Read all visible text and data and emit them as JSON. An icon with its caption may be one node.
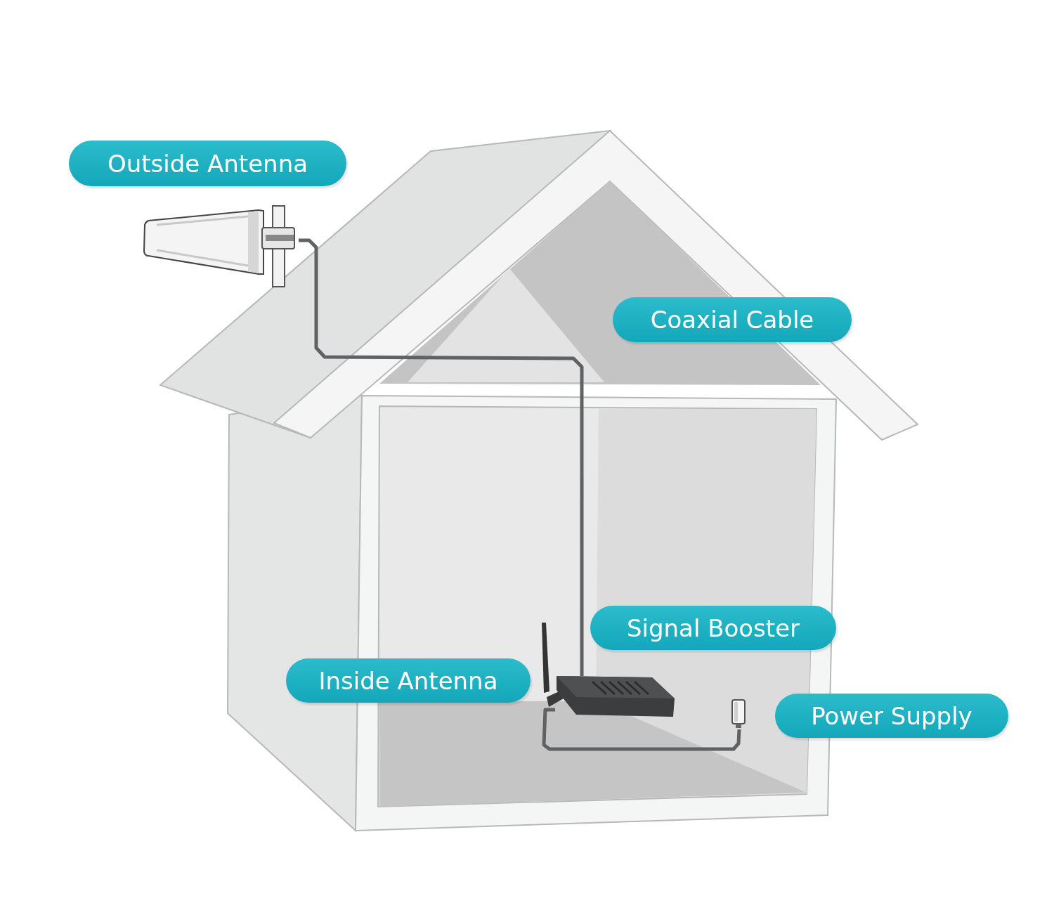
{
  "diagram": {
    "nodes": [
      {
        "text": [
          "Outside Antenna"
        ]
      },
      {
        "text": [
          "Coaxial Cable"
        ]
      },
      {
        "text": [
          "Signal Booster"
        ]
      },
      {
        "text": [
          "Inside Antenna"
        ]
      },
      {
        "text": [
          "Power Supply"
        ]
      },
      {
        "text": [],
        "shape": "picture"
      },
      {
        "text": [],
        "shape": "picture"
      },
      {
        "text": [],
        "shape": "picture"
      }
    ],
    "edges": [
      {
        "from": 5,
        "to": 6,
        "arrow": "none"
      },
      {
        "from": 6,
        "to": 7,
        "arrow": "none"
      }
    ]
  }
}
